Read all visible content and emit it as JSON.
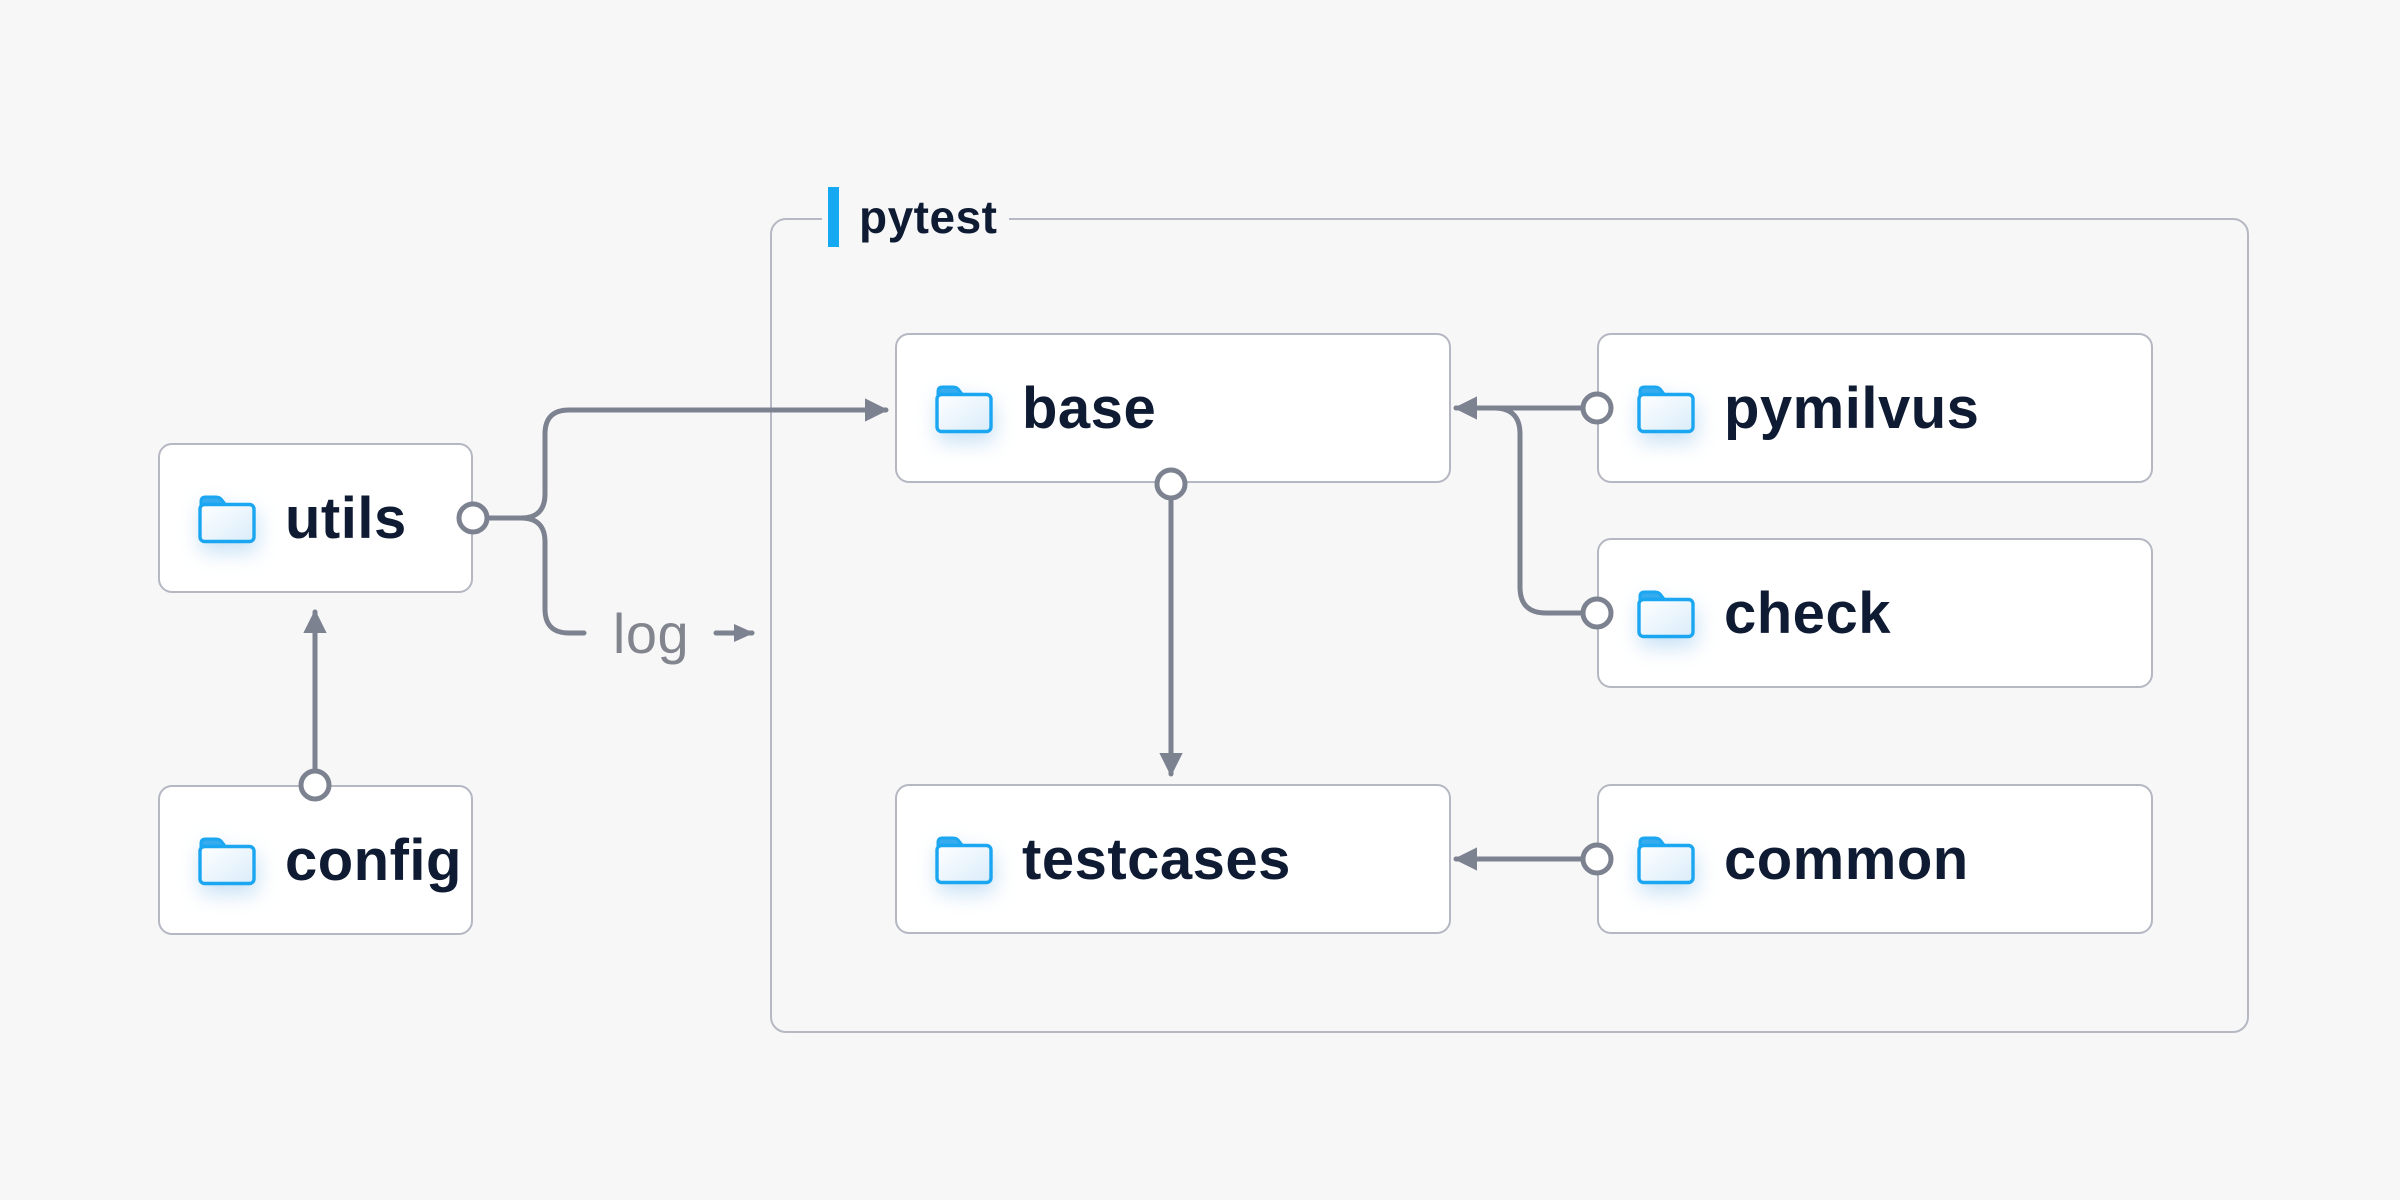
{
  "diagram": {
    "background": "#f7f7f8",
    "container": {
      "label": "pytest"
    },
    "nodes": {
      "utils": {
        "label": "utils",
        "icon": "folder-icon"
      },
      "config": {
        "label": "config",
        "icon": "folder-icon"
      },
      "base": {
        "label": "base",
        "icon": "folder-icon"
      },
      "pymilvus": {
        "label": "pymilvus",
        "icon": "folder-icon"
      },
      "check": {
        "label": "check",
        "icon": "folder-icon"
      },
      "testcases": {
        "label": "testcases",
        "icon": "folder-icon"
      },
      "common": {
        "label": "common",
        "icon": "folder-icon"
      }
    },
    "edges": {
      "log_label": "log",
      "list": [
        {
          "from": "config",
          "to": "utils"
        },
        {
          "from": "utils",
          "to": "base"
        },
        {
          "from": "utils",
          "to": "log",
          "label": "log"
        },
        {
          "from": "pymilvus",
          "to": "base"
        },
        {
          "from": "check",
          "to": "base"
        },
        {
          "from": "base",
          "to": "testcases"
        },
        {
          "from": "common",
          "to": "testcases"
        }
      ]
    },
    "colors": {
      "accent_blue": "#15a9f2",
      "folder_stroke_blue": "#1aa6f0",
      "folder_tab_blue": "#36acee",
      "folder_fill_light": "#d9ecfa",
      "node_border": "#b5b7c2",
      "container_border": "#b6b8c3",
      "arrow_gray": "#7d8290",
      "edge_label_gray": "#82858e",
      "label_navy": "#0e1b33",
      "node_background": "#ffffff"
    }
  }
}
